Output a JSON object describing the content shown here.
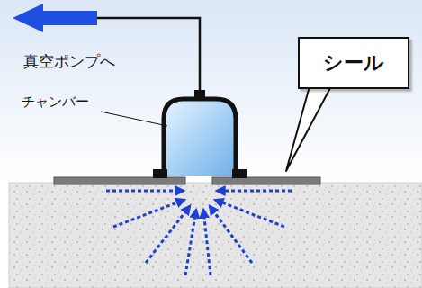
{
  "diagram": {
    "nodes": [
      {
        "text": [
          "シール"
        ]
      }
    ],
    "labels": [
      "真空ポンプへ",
      "チャンバー"
    ]
  }
}
